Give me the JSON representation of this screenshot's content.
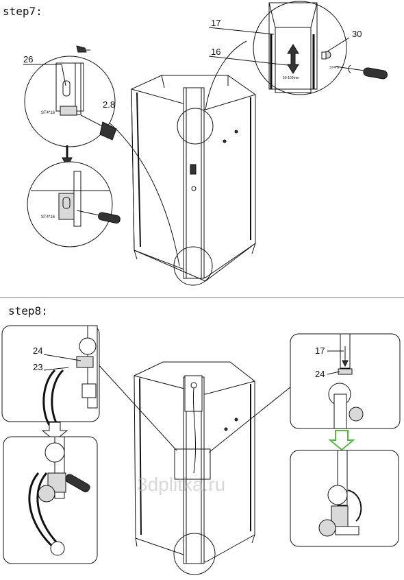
{
  "step7": {
    "title": "step7:",
    "callouts": {
      "part17": "17",
      "part16": "16",
      "part30": "30",
      "part26": "26",
      "drill": "2.8"
    },
    "screw_spec_top": "ST4*6",
    "screw_spec_left1": "ST4*16",
    "screw_spec_left2": "ST4*16",
    "range_label": "50-100mm"
  },
  "step8": {
    "title": "step8:",
    "callouts": {
      "part24_left": "24",
      "part23": "23",
      "part17": "17",
      "part24_right": "24"
    }
  },
  "watermark": "3dplitka.ru",
  "colors": {
    "line": "#111111",
    "arrow_green": "#4fbf3a",
    "divider": "#777777"
  }
}
